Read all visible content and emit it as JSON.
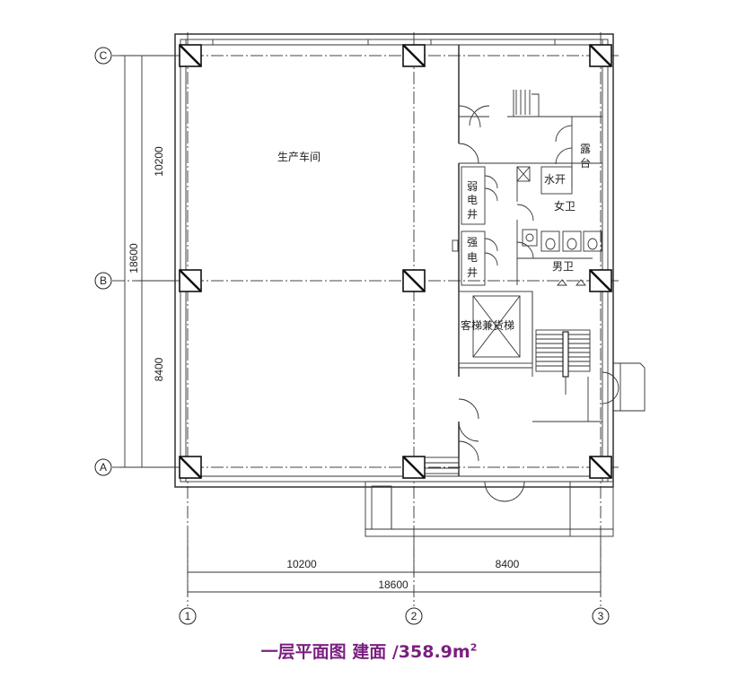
{
  "plan": {
    "rooms": {
      "workshop": "生产车间",
      "weak_shaft": [
        "弱",
        "电",
        "井"
      ],
      "strong_shaft": [
        "强",
        "电",
        "井"
      ],
      "terrace": [
        "露",
        "台"
      ],
      "janitor": "水开",
      "womens_wc": "女卫",
      "mens_wc": "男卫",
      "elevator": "客梯兼货梯"
    },
    "axes": {
      "rows": [
        "C",
        "B",
        "A"
      ],
      "columns": [
        "1",
        "2",
        "3"
      ]
    },
    "dimensions": {
      "left_upper": "10200",
      "left_lower": "8400",
      "left_total": "18600",
      "bottom_left": "10200",
      "bottom_right": "8400",
      "bottom_total": "18600"
    }
  },
  "caption": {
    "title": "一层平面图 建面 /358.9m",
    "superscript": "2"
  },
  "colors": {
    "caption": "#7a1f7f",
    "lines": "#222222"
  }
}
